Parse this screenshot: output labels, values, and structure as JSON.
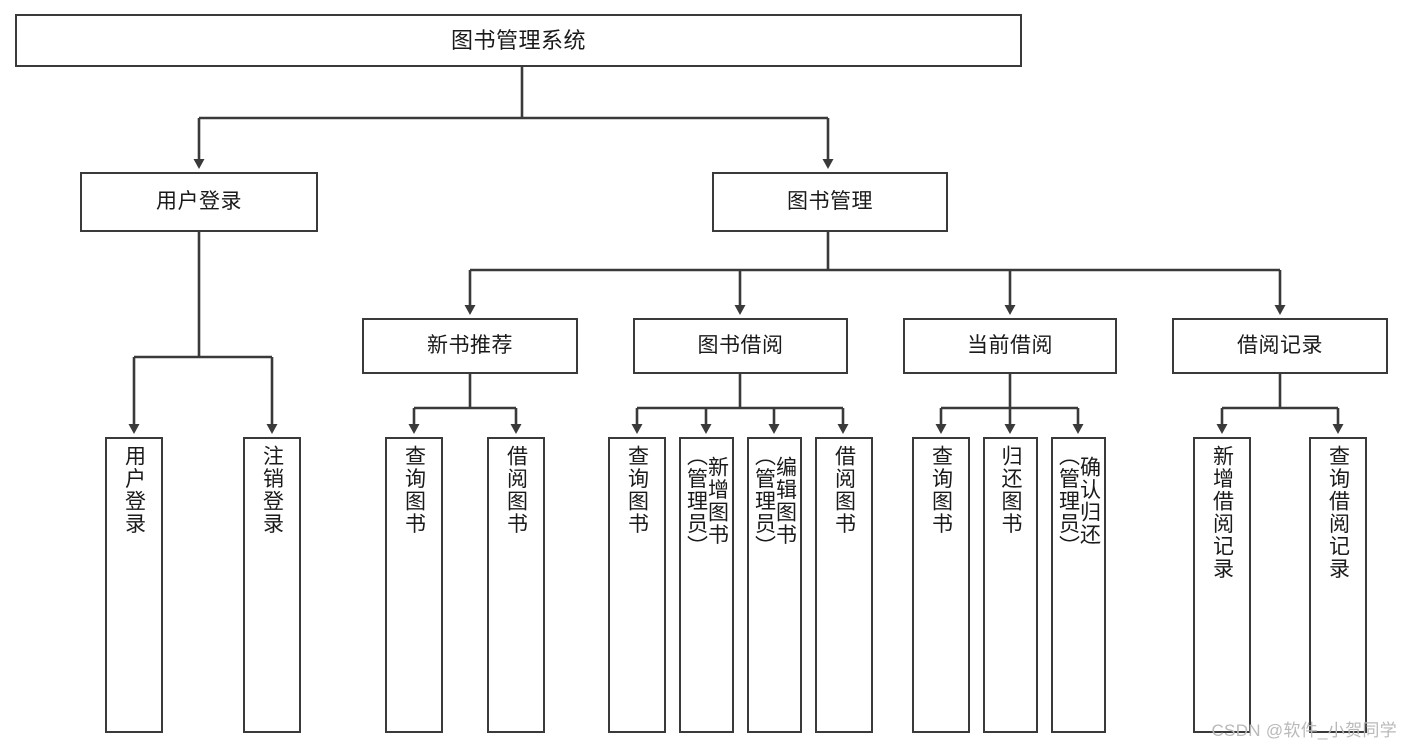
{
  "diagram": {
    "title": "图书管理系统",
    "type": "hierarchy-tree",
    "watermark": "CSDN @软件_小贺同学",
    "colors": {
      "box_border": "#3a3a3a",
      "box_fill": "#ffffff",
      "edge": "#3a3a3a",
      "text": "#1a1a1a",
      "watermark": "#b9b9b9",
      "background": "#ffffff"
    },
    "root": {
      "label": "图书管理系统"
    },
    "level2": [
      {
        "label": "用户登录"
      },
      {
        "label": "图书管理"
      }
    ],
    "level3": [
      {
        "label": "新书推荐"
      },
      {
        "label": "图书借阅"
      },
      {
        "label": "当前借阅"
      },
      {
        "label": "借阅记录"
      }
    ],
    "leaves": {
      "user_login": [
        {
          "label": "用户登录"
        },
        {
          "label": "注销登录"
        }
      ],
      "new_book_recommend": [
        {
          "label": "查询图书"
        },
        {
          "label": "借阅图书"
        }
      ],
      "book_borrow": [
        {
          "label": "查询图书"
        },
        {
          "label": "新增图书\n（管理员）"
        },
        {
          "label": "编辑图书\n（管理员）"
        },
        {
          "label": "借阅图书"
        }
      ],
      "current_borrow": [
        {
          "label": "查询图书"
        },
        {
          "label": "归还图书"
        },
        {
          "label": "确认归还\n（管理员）"
        }
      ],
      "borrow_record": [
        {
          "label": "新增借阅记录"
        },
        {
          "label": "查询借阅记录"
        }
      ]
    }
  }
}
